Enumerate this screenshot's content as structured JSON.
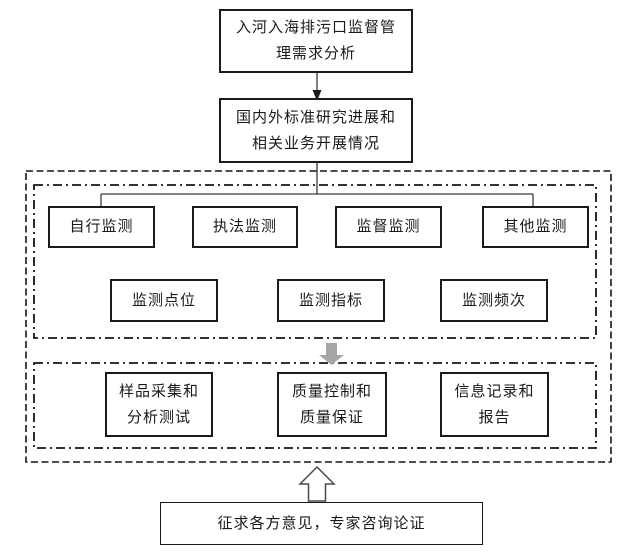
{
  "colors": {
    "background": "#ffffff",
    "box_border": "#1a1a1a",
    "text": "#1a1a1a",
    "connector_line": "#3a3a3a",
    "gray_arrow_fill": "#a6a6a6",
    "dashed_frame": "#151515"
  },
  "flow": {
    "demand_box": {
      "line1": "入河入海排污口监督管",
      "line2": "理需求分析"
    },
    "standards_box": {
      "line1": "国内外标准研究进展和",
      "line2": "相关业务开展情况"
    },
    "monitoring_types": [
      {
        "label": "自行监测"
      },
      {
        "label": "执法监测"
      },
      {
        "label": "监督监测"
      },
      {
        "label": "其他监测"
      }
    ],
    "monitoring_elements": [
      {
        "label": "监测点位"
      },
      {
        "label": "监测指标"
      },
      {
        "label": "监测频次"
      }
    ],
    "implementation_steps": [
      {
        "line1": "样品采集和",
        "line2": "分析测试"
      },
      {
        "line1": "质量控制和",
        "line2": "质量保证"
      },
      {
        "line1": "信息记录和",
        "line2": "报告"
      }
    ],
    "consultation_box": {
      "label": "征求各方意见，专家咨询论证"
    }
  }
}
